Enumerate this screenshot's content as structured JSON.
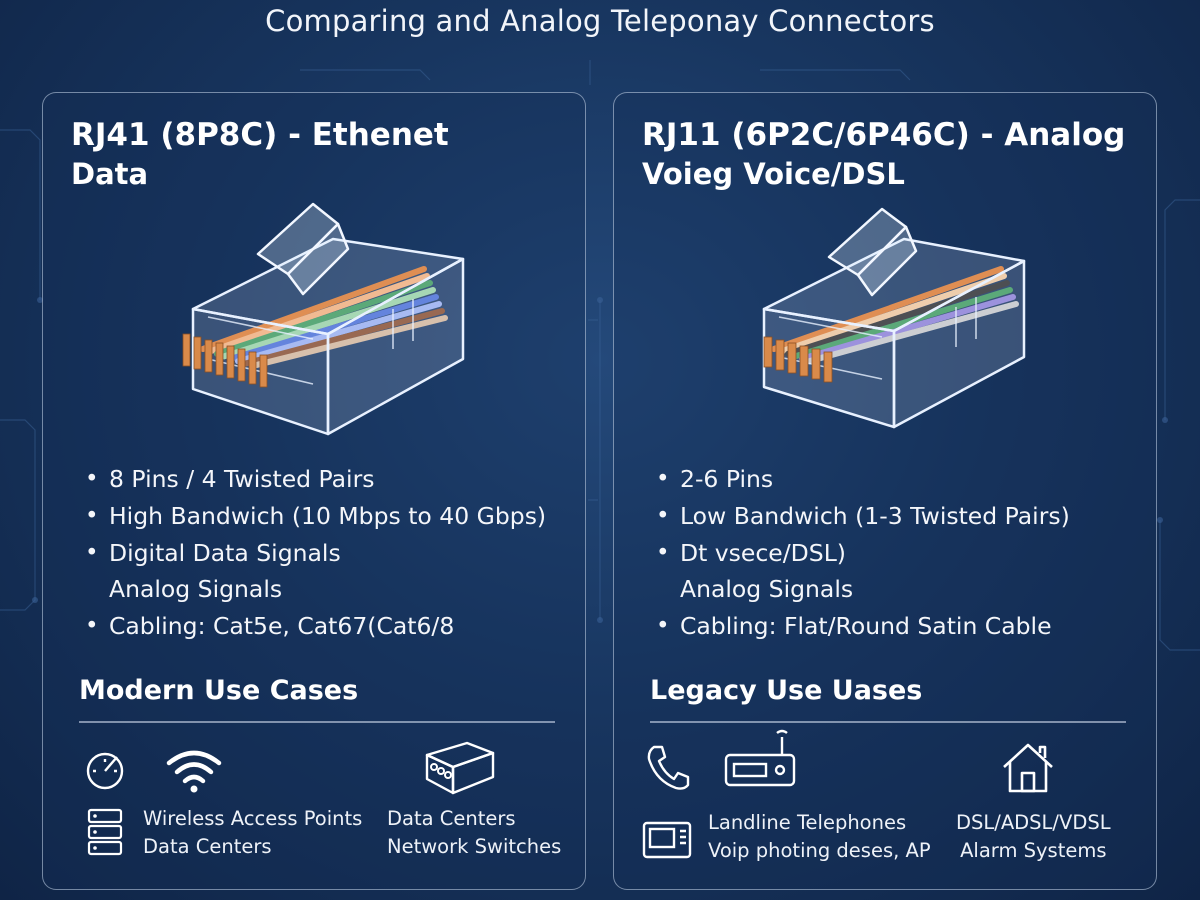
{
  "page": {
    "title": "Comparing and Analog Teleponay Connectors"
  },
  "left": {
    "title": "RJ41 (8P8C) - Ethenet",
    "subtitle": "Data",
    "connector_icon": "rj45-connector-icon",
    "features": [
      "8 Pins / 4 Twisted Pairs",
      "High Bandwich (10 Mbps to 40 Gbps)",
      "Digital Data Signals",
      "Analog Signals",
      "Cabling: Cat5e, Cat67(Cat6/8"
    ],
    "uses_title": "Modern Use Cases",
    "uses": {
      "icons": [
        "speed-gauge-icon",
        "wifi-icon",
        "server-rack-icon",
        "network-switch-icon"
      ],
      "middle": [
        "Wireless Access Points",
        "Data Centers"
      ],
      "right": [
        "Data Centers",
        "Network Switches"
      ]
    },
    "wire_colors": [
      "#e07a2e",
      "#f4b07a",
      "#3f9b5c",
      "#9ad3a4",
      "#4a6ed6",
      "#9bb0f0",
      "#8a4e2c",
      "#d6b79a"
    ]
  },
  "right": {
    "title": "RJ11 (6P2C/6P46C) - Analog",
    "subtitle": "Voieg Voice/DSL",
    "connector_icon": "rj11-connector-icon",
    "features": [
      "2-6 Pins",
      "Low Bandwich (1-3 Twisted Pairs)",
      "Dt vsece/DSL)",
      "Analog Signals",
      "Cabling: Flat/Round Satin Cable"
    ],
    "uses_title": "Legacy Use Uases",
    "uses": {
      "icons": [
        "telephone-icon",
        "dsl-modem-icon",
        "fax-machine-icon",
        "home-icon"
      ],
      "middle": [
        "Landline Telephones",
        "Voip photing deses, AP"
      ],
      "right": [
        "DSL/ADSL/VDSL",
        "Alarm Systems"
      ]
    },
    "wire_colors": [
      "#e07a2e",
      "#f2c79a",
      "#2e2e2e",
      "#3f9b5c",
      "#8e7fd6",
      "#c9c9c9"
    ]
  },
  "colors": {
    "background": "#183660",
    "panel_border": "#c8d7eb",
    "contact": "#d98a4a"
  }
}
